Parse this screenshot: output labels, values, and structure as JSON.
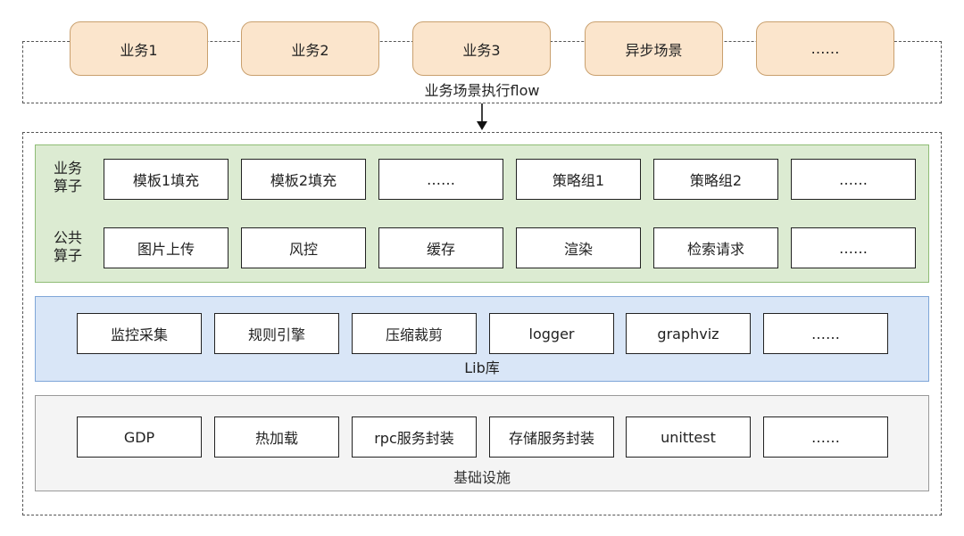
{
  "top": {
    "scenarios": [
      "业务1",
      "业务2",
      "业务3",
      "异步场景",
      "……"
    ],
    "caption": "业务场景执行flow"
  },
  "biz_operators": {
    "label_line1": "业务",
    "label_line2": "算子",
    "items": [
      "模板1填充",
      "模板2填充",
      "……",
      "策略组1",
      "策略组2",
      "……"
    ]
  },
  "public_operators": {
    "label_line1": "公共",
    "label_line2": "算子",
    "items": [
      "图片上传",
      "风控",
      "缓存",
      "渲染",
      "检索请求",
      "……"
    ]
  },
  "lib": {
    "items": [
      "监控采集",
      "规则引擎",
      "压缩裁剪",
      "logger",
      "graphviz",
      "……"
    ],
    "caption": "Lib库"
  },
  "infra": {
    "items": [
      "GDP",
      "热加载",
      "rpc服务封装",
      "存储服务封装",
      "unittest",
      "……"
    ],
    "caption": "基础设施"
  },
  "colors": {
    "scenario_fill": "#fbe5cc",
    "operators_panel": "#dcebd2",
    "lib_panel": "#d9e6f7",
    "infra_panel": "#f4f4f4"
  }
}
